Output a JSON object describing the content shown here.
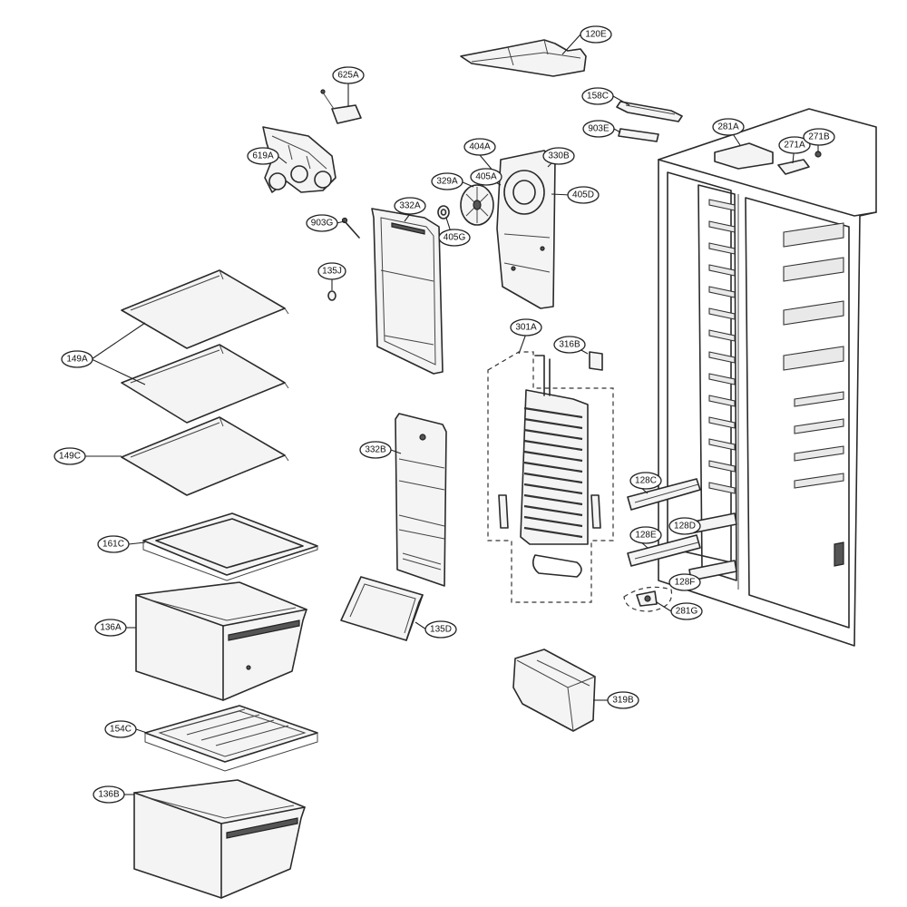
{
  "labels": {
    "l120E": "120E",
    "l625A": "625A",
    "l158C": "158C",
    "l903E": "903E",
    "l281A": "281A",
    "l271A": "271A",
    "l271B": "271B",
    "l619A": "619A",
    "l404A": "404A",
    "l330B": "330B",
    "l329A": "329A",
    "l405A": "405A",
    "l405D": "405D",
    "l332A": "332A",
    "l903G": "903G",
    "l405G": "405G",
    "l135J": "135J",
    "l301A": "301A",
    "l316B": "316B",
    "l149A": "149A",
    "l149C": "149C",
    "l332B": "332B",
    "l128C": "128C",
    "l128D": "128D",
    "l128E": "128E",
    "l128F": "128F",
    "l161C": "161C",
    "l281G": "281G",
    "l136A": "136A",
    "l135D": "135D",
    "l319B": "319B",
    "l154C": "154C",
    "l136B": "136B"
  }
}
